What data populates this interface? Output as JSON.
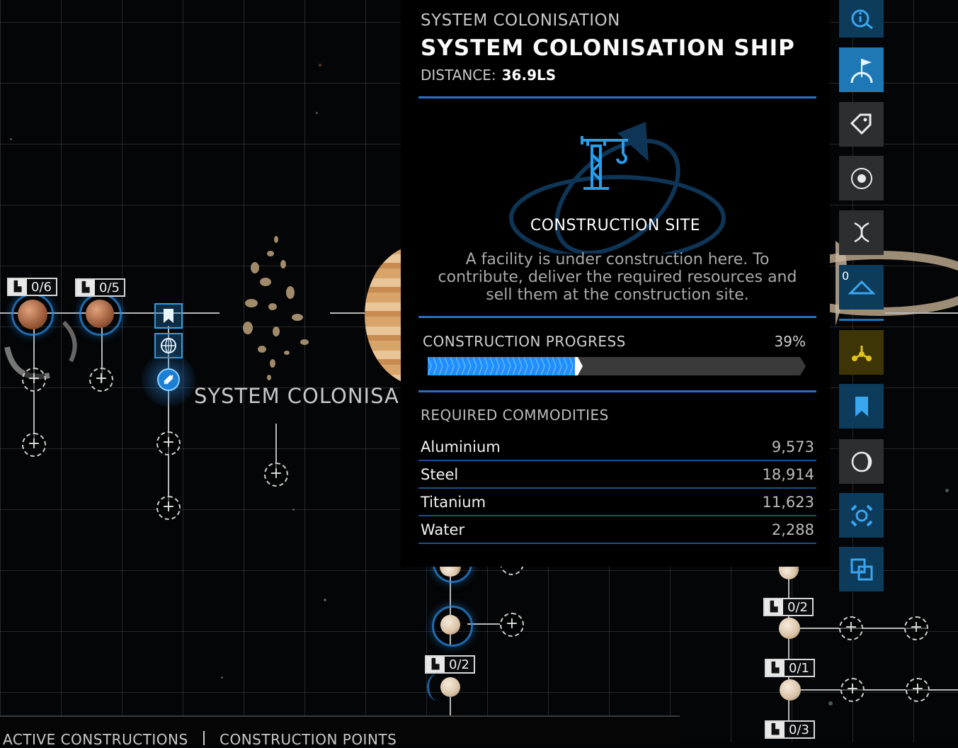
{
  "map": {
    "colonisation_label": "SYSTEM COLONISA",
    "badges": [
      "0/6",
      "0/5",
      "0/2",
      "0/2",
      "0/1",
      "0/3"
    ]
  },
  "panel": {
    "kicker": "SYSTEM COLONISATION",
    "title": "SYSTEM COLONISATION SHIP",
    "distance_label": "DISTANCE:",
    "distance_value": "36.9LS",
    "site_title": "CONSTRUCTION SITE",
    "site_description": "A facility is under construction here. To contribute, deliver the required resources and sell them at the construction site.",
    "progress_label": "CONSTRUCTION PROGRESS",
    "progress_text": "39%",
    "progress_value": 0.39,
    "required_label": "REQUIRED COMMODITIES",
    "commodities": [
      {
        "name": "Aluminium",
        "amount": "9,573"
      },
      {
        "name": "Steel",
        "amount": "18,914"
      },
      {
        "name": "Titanium",
        "amount": "11,623"
      },
      {
        "name": "Water",
        "amount": "2,288"
      }
    ]
  },
  "nav": {
    "items": [
      {
        "icon": "info-icon"
      },
      {
        "icon": "colonisation-flag-icon"
      },
      {
        "icon": "trade-tag-icon"
      },
      {
        "icon": "orbit-target-icon"
      },
      {
        "icon": "dna-icon"
      },
      {
        "icon": "ring-icon",
        "count": "0"
      },
      {
        "icon": "route-nodes-icon"
      },
      {
        "icon": "bookmark-icon"
      },
      {
        "icon": "eclipse-icon"
      },
      {
        "icon": "focus-icon"
      },
      {
        "icon": "swap-view-icon"
      }
    ]
  },
  "bottom_bar": {
    "active_constructions": "ACTIVE CONSTRUCTIONS",
    "construction_points": "CONSTRUCTION POINTS"
  },
  "colors": {
    "accent_blue": "#2a6ec8",
    "progress_blue": "#1f8fff",
    "yellow": "#e0c21a"
  }
}
